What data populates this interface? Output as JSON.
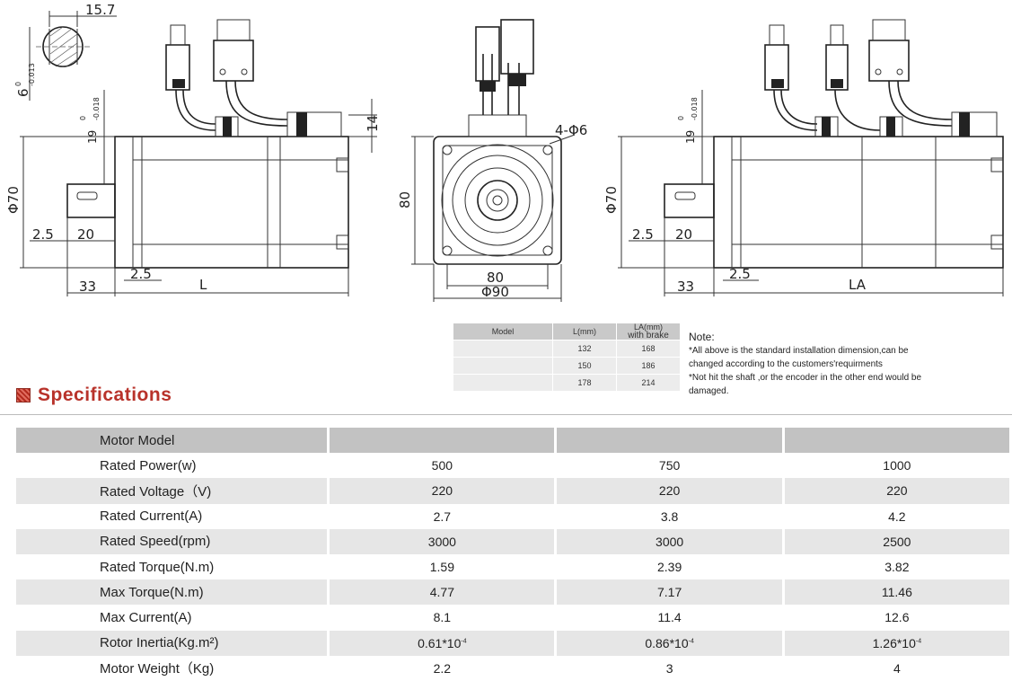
{
  "drawings": {
    "shaft_width": "15.7",
    "shaft_tolerance": "6",
    "shaft_tol_val": "0",
    "shaft_tol_minus": "-0.013",
    "left_tol_top": "19",
    "left_tol_zero": "0",
    "left_tol_neg": "-0.018",
    "dim_14": "14",
    "dia_70_left": "Φ70",
    "dim_2_5_a": "2.5",
    "dim_20_a": "20",
    "dim_2_5_b": "2.5",
    "dim_33_a": "33",
    "dim_L": "L",
    "holes": "4-Φ6",
    "dim_80_v": "80",
    "dim_80_h": "80",
    "dia_90": "Φ90",
    "right_tol_top": "19",
    "right_tol_zero": "0",
    "right_tol_neg": "-0.018",
    "dia_70_right": "Φ70",
    "dim_2_5_c": "2.5",
    "dim_20_b": "20",
    "dim_33_b": "33",
    "dim_2_5_d": "2.5",
    "dim_LA": "LA"
  },
  "dim_table": {
    "headers": [
      "Model",
      "L(mm)",
      "LA(mm)",
      "with brake"
    ],
    "rows": [
      [
        "",
        "132",
        "168"
      ],
      [
        "",
        "150",
        "186"
      ],
      [
        "",
        "178",
        "214"
      ]
    ]
  },
  "note": {
    "title": "Note:",
    "lines": [
      "*All above is the standard installation dimension,can be",
      "changed according to the customers'requirments",
      "*Not hit the shaft ,or the encoder in the other end would be",
      "damaged."
    ]
  },
  "specs": {
    "title": "Specifications",
    "header": {
      "label": "Motor Model",
      "values": [
        "",
        "",
        ""
      ]
    },
    "rows": [
      {
        "label": "Rated Power(w)",
        "values": [
          "500",
          "750",
          "1000"
        ]
      },
      {
        "label": "Rated Voltage（V)",
        "values": [
          "220",
          "220",
          "220"
        ]
      },
      {
        "label": "Rated Current(A)",
        "values": [
          "2.7",
          "3.8",
          "4.2"
        ]
      },
      {
        "label": "Rated Speed(rpm)",
        "values": [
          "3000",
          "3000",
          "2500"
        ]
      },
      {
        "label": "Rated Torque(N.m)",
        "values": [
          "1.59",
          "2.39",
          "3.82"
        ]
      },
      {
        "label": "Max Torque(N.m)",
        "values": [
          "4.77",
          "7.17",
          "11.46"
        ]
      },
      {
        "label": "Max Current(A)",
        "values": [
          "8.1",
          "11.4",
          "12.6"
        ]
      },
      {
        "label": "Rotor Inertia(Kg.m²)",
        "values": [
          "0.61*10",
          "0.86*10",
          "1.26*10"
        ],
        "exp": "-4"
      },
      {
        "label": "Motor Weight（Kg)",
        "values": [
          "2.2",
          "3",
          "4"
        ]
      }
    ]
  }
}
